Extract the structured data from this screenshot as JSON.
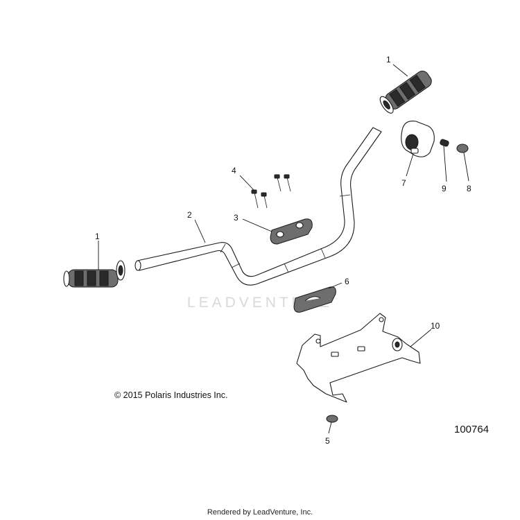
{
  "callouts": {
    "c1_left": "1",
    "c1_right": "1",
    "c2": "2",
    "c3": "3",
    "c4": "4",
    "c5": "5",
    "c6": "6",
    "c7": "7",
    "c8": "8",
    "c9": "9",
    "c10": "10"
  },
  "copyright": "© 2015 Polaris Industries Inc.",
  "drawing_number": "100764",
  "footer": "Rendered by LeadVenture, Inc.",
  "watermark": "LEADVENTURE"
}
